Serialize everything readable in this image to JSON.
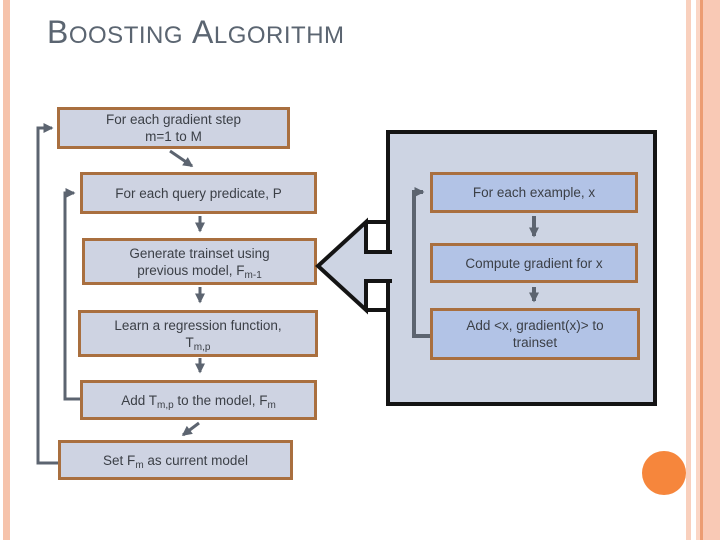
{
  "slide_title": {
    "full": "Boosting Algorithm",
    "t1": "B",
    "t2": "OOSTING",
    "t3": "A",
    "t4": "LGORITHM"
  },
  "colors": {
    "title_text": "#5b6571",
    "box_fill": "#ced3e2",
    "box_border": "#a96f3f",
    "panel_fill": "#cdd4e3",
    "panel_border": "#141414",
    "inner_box_fill": "#b2c3e6",
    "connector": "#5c6470",
    "accent_circle": "#f6863c",
    "side_stripe": "#f6c3ab"
  },
  "left_flow": {
    "box1_line1": "For each gradient step",
    "box1_line2": "m=1 to M",
    "box2_line1": "For each query predicate, P",
    "box3_line1": "Generate trainset using",
    "box3_line2_pre": "previous model, F",
    "box3_line2_sub": "m-1",
    "box4_line1": "Learn a regression function,",
    "box4_line2_pre": "T",
    "box4_line2_sub": "m,p",
    "box5_pre": "Add T",
    "box5_sub1": "m,p",
    "box5_mid": " to the model, F",
    "box5_sub2": "m",
    "box6_pre": "Set F",
    "box6_sub": "m",
    "box6_post": " as current model"
  },
  "right_flow": {
    "box1_line1": "For each example, x",
    "box2_line1": "Compute gradient for x",
    "box3_line1": "Add <x, gradient(x)> to",
    "box3_line2": "trainset"
  }
}
